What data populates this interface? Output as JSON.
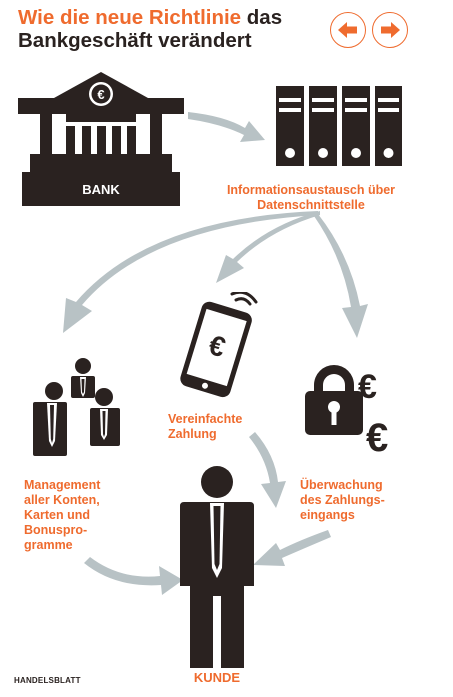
{
  "header": {
    "title_highlight": "Wie die neue Richtlinie",
    "title_rest": " das",
    "title_line2": "Bankgeschäft verändert"
  },
  "nav": {
    "prev_icon": "arrow-left-icon",
    "next_icon": "arrow-right-icon"
  },
  "labels": {
    "bank": "BANK",
    "interface_line1": "Informationsaustausch über",
    "interface_line2": "Datenschnittstelle",
    "payment_line1": "Vereinfachte",
    "payment_line2": "Zahlung",
    "management_lines": [
      "Management",
      "aller Konten,",
      "Karten und",
      "Bonuspro-",
      "gramme"
    ],
    "monitoring_lines": [
      "Überwachung",
      "des Zahlungs-",
      "eingangs"
    ],
    "customer": "KUNDE"
  },
  "phone_symbol": "€",
  "euro_symbol": "€",
  "source": "HANDELSBLATT",
  "colors": {
    "accent": "#ef6b2e",
    "dark": "#2a2220",
    "arrow": "#b8c2c5"
  }
}
